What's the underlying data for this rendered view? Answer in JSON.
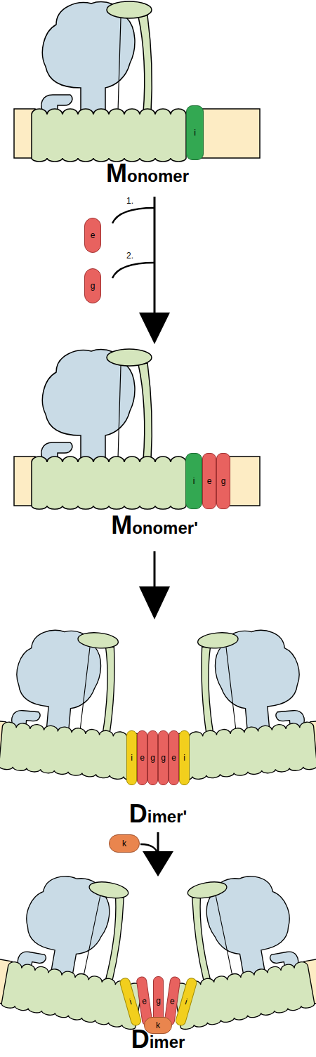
{
  "diagram": {
    "nodes": [
      {
        "text": [
          "i"
        ]
      },
      {
        "text": [
          "e"
        ]
      },
      {
        "text": [
          "g"
        ]
      },
      {
        "text": [
          "i"
        ]
      },
      {
        "text": [
          "e"
        ]
      },
      {
        "text": [
          "g"
        ]
      },
      {
        "text": [
          "i"
        ]
      },
      {
        "text": [
          "e"
        ]
      },
      {
        "text": [
          "g"
        ]
      },
      {
        "text": [
          "g"
        ]
      },
      {
        "text": [
          "e"
        ]
      },
      {
        "text": [
          "i"
        ]
      },
      {
        "text": [
          "k"
        ]
      },
      {
        "text": [
          "i"
        ]
      },
      {
        "text": [
          "e"
        ]
      },
      {
        "text": [
          "g"
        ]
      },
      {
        "text": [
          "e"
        ]
      },
      {
        "text": [
          "i"
        ]
      },
      {
        "text": [
          "k"
        ]
      }
    ],
    "labels": [
      "Monomer",
      "1.",
      "2.",
      "Monomer'",
      "Dimer'",
      "Dimer"
    ]
  }
}
